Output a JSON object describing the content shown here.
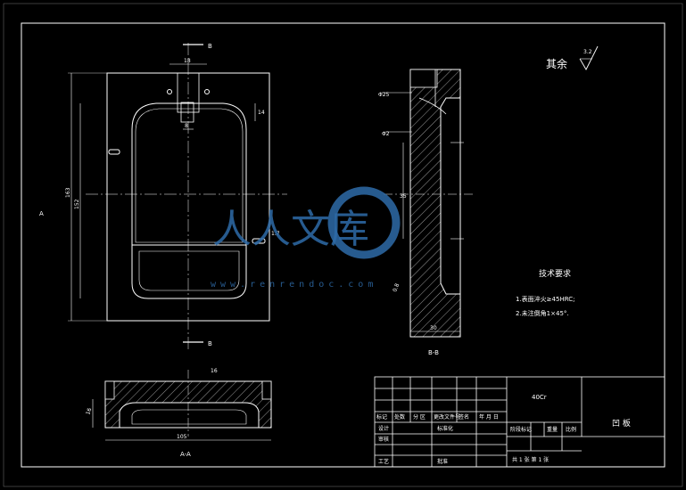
{
  "colors": {
    "background": "#000000",
    "line": "#ffffff",
    "center_line": "#ffffff",
    "watermark": "#2e6ba8"
  },
  "surface_finish": {
    "prefix": "其余",
    "value": "3.2"
  },
  "tech_requirements": {
    "title": "技术要求",
    "items": [
      "1.表面淬火≥45HRC;",
      "2.未注倒角1×45°."
    ]
  },
  "section_labels": {
    "top_b": "B",
    "bottom_b": "B",
    "left_a": "A",
    "section_aa": "A-A",
    "section_bb": "B-B"
  },
  "dimensions": {
    "top_width": "18",
    "small_14": "14",
    "small_8": "8",
    "height_left": "163",
    "height_inner": "152",
    "radius": "1.7",
    "aa_width": "105",
    "aa_depth": "16",
    "aa_left": "16",
    "bb_phi_top": "Φ25",
    "bb_phi_mid": "Φ2",
    "bb_depth": "35",
    "bb_width": "30",
    "bb_angle": "0.8"
  },
  "title_block": {
    "material": "40Cr",
    "part_name": "凹 板",
    "row_headers": [
      "标记",
      "处数",
      "分 区",
      "更改文件号",
      "签名",
      "年 月 日"
    ],
    "roles": [
      "设计",
      "审核",
      "工艺"
    ],
    "role_extra": [
      "标准化",
      "批准"
    ],
    "stage": "阶段标记",
    "weight": "重量",
    "scale": "比例",
    "sheets": "共 1 张 第 1 张"
  },
  "watermark": {
    "text": "人人文库",
    "url": "www.renrendoc.com"
  }
}
